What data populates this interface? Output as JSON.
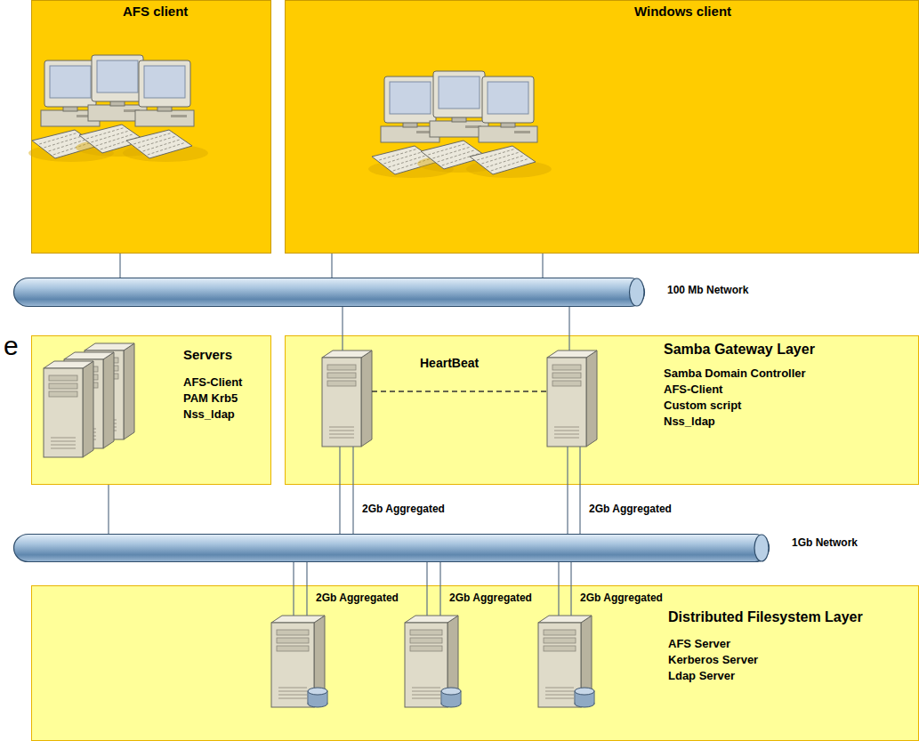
{
  "diagram": {
    "nodes": [
      {
        "text": [
          "AFS client"
        ]
      },
      {
        "text": [
          "Windows client"
        ]
      },
      {
        "text": [
          "100 Mb Network"
        ]
      },
      {
        "text": [
          "Servers",
          "AFS-Client",
          "PAM Krb5",
          "Nss_ldap"
        ]
      },
      {
        "text": [
          "Samba Gateway Layer",
          "Samba Domain Controller",
          "AFS-Client",
          "Custom script",
          "Nss_ldap"
        ]
      },
      {
        "text": [
          "1Gb Network"
        ]
      },
      {
        "text": [
          "Distributed Filesystem Layer",
          "AFS Server",
          "Kerberos Server",
          "Ldap Server"
        ]
      }
    ],
    "edges": [
      {
        "from": 0,
        "to": 2,
        "arrow": "none"
      },
      {
        "from": 1,
        "to": 2,
        "arrow": "none"
      },
      {
        "from": 1,
        "to": 2,
        "arrow": "none"
      },
      {
        "from": 2,
        "to": 4,
        "arrow": "none"
      },
      {
        "from": 2,
        "to": 4,
        "arrow": "none"
      },
      {
        "from": 3,
        "to": 5,
        "arrow": "none"
      },
      {
        "from": 4,
        "to": 5,
        "label": "2Gb Aggregated",
        "arrow": "none"
      },
      {
        "from": 4,
        "to": 5,
        "label": "2Gb Aggregated",
        "arrow": "none"
      },
      {
        "from": 5,
        "to": 6,
        "label": "2Gb Aggregated",
        "arrow": "none"
      },
      {
        "from": 5,
        "to": 6,
        "label": "2Gb Aggregated",
        "arrow": "none"
      },
      {
        "from": 5,
        "to": 6,
        "label": "2Gb Aggregated",
        "arrow": "none"
      }
    ],
    "labels": [
      "HeartBeat",
      "e"
    ]
  }
}
